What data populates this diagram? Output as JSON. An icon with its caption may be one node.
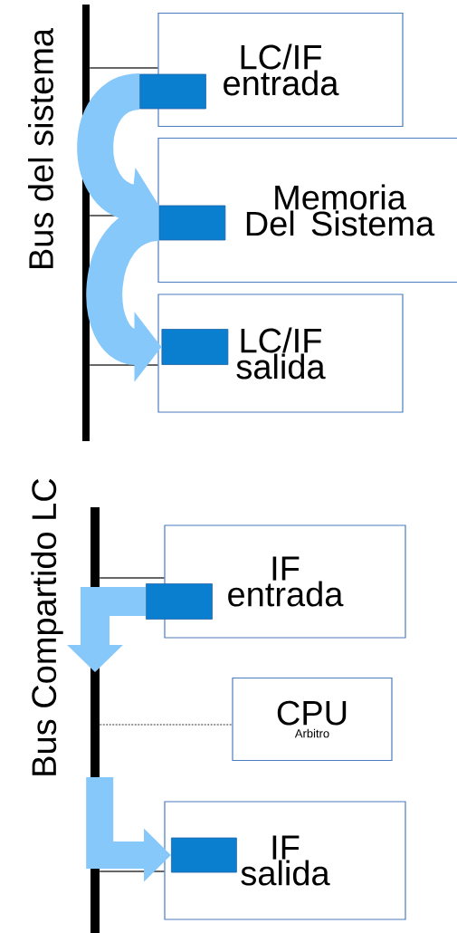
{
  "diagram": {
    "nodes": [
      {
        "text": [],
        "shape": "bar",
        "beside": [
          "Bus del sistema"
        ]
      },
      {
        "text": [
          "LC/IF entrada"
        ]
      },
      {
        "text": [],
        "shape": "box"
      },
      {
        "text": [
          "Memoria Del Sistema"
        ]
      },
      {
        "text": [],
        "shape": "box",
        "in": 3
      },
      {
        "text": [
          "LC/IF salida"
        ]
      },
      {
        "text": [],
        "shape": "box",
        "in": 5
      },
      {
        "text": [],
        "shape": "bar",
        "beside": [
          "Bus Compartido LC"
        ]
      },
      {
        "text": [
          "IF entrada"
        ]
      },
      {
        "text": [],
        "shape": "box"
      },
      {
        "text": [
          "CPU",
          "Arbitro"
        ]
      },
      {
        "text": [
          "IF salida"
        ]
      },
      {
        "text": [],
        "shape": "box",
        "in": 11
      }
    ],
    "edges": [
      {
        "from": 0,
        "to": 1,
        "arrow": "none"
      },
      {
        "from": 0,
        "to": 3,
        "arrow": "none"
      },
      {
        "from": 0,
        "to": 5,
        "arrow": "none"
      },
      {
        "from": 2,
        "to": 4,
        "arrow": "to",
        "style": "thick",
        "color": "#87c8fa"
      },
      {
        "from": 4,
        "to": 6,
        "arrow": "to",
        "style": "thick",
        "color": "#87c8fa"
      },
      {
        "from": 7,
        "to": 8,
        "arrow": "none"
      },
      {
        "from": 7,
        "to": 10,
        "arrow": "none",
        "style": "dashed"
      },
      {
        "from": 7,
        "to": 11,
        "arrow": "none"
      },
      {
        "from": 9,
        "to": 7,
        "arrow": "to",
        "style": "thick",
        "color": "#87c8fa"
      },
      {
        "from": 7,
        "to": 12,
        "arrow": "to",
        "style": "thick",
        "color": "#87c8fa"
      }
    ]
  }
}
